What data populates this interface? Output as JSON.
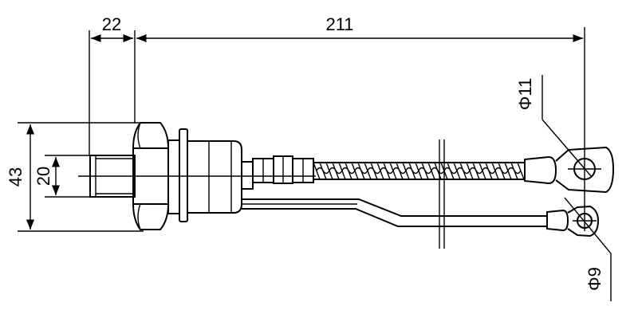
{
  "dimensions": {
    "stud_length": "22",
    "overall_length": "211",
    "hex_height": "43",
    "thread_diameter": "20",
    "large_ring_diameter": "Φ11",
    "small_ring_diameter": "Φ9"
  }
}
